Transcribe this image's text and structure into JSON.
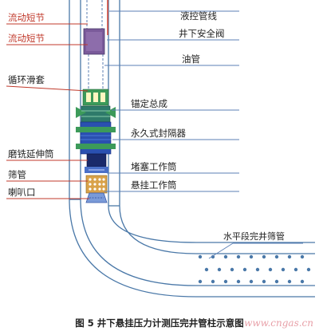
{
  "labels": {
    "flow_short_1": "流动短节",
    "flow_short_2": "流动短节",
    "circ_sleeve": "循环滑套",
    "mill_ext": "磨铣延伸筒",
    "screen": "筛管",
    "bell_mouth": "喇叭口",
    "hydraulic_line": "液控管线",
    "safety_valve": "井下安全阀",
    "tubing": "油管",
    "anchor": "锚定总成",
    "packer": "永久式封隔器",
    "plug_nipple": "堵塞工作筒",
    "hang_nipple": "悬挂工作筒",
    "horiz_screen": "水平段完井筛管"
  },
  "caption": "图 5    井下悬挂压力计测压完井管柱示意图",
  "watermark": "www.cngas.cn",
  "colors": {
    "casing_stroke": "#4a78a8",
    "leader_red": "#c0392b",
    "leader_blue": "#5b7fb5",
    "hydraulic_line": "#d64b3c",
    "safety_valve": "#7a5a9a",
    "tubing_dash": "#6a8ab8",
    "sleeve_fill": "#3c9a5a",
    "packer_fill": "#2a50b0",
    "hole_fill": "#4a78a8"
  }
}
